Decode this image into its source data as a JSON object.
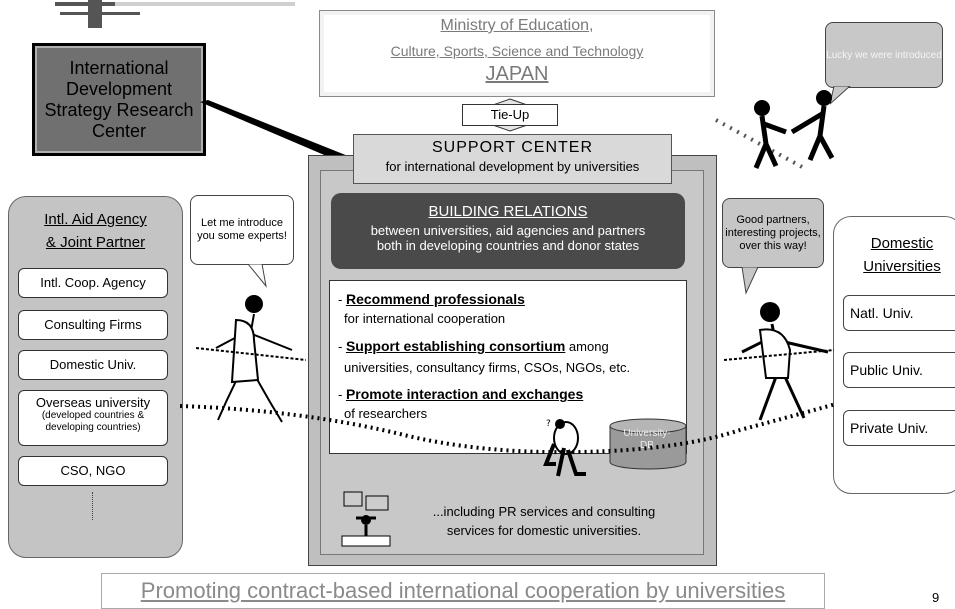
{
  "ministry": {
    "line1": "Ministry of Education,",
    "line2": "Culture, Sports, Science and Technology",
    "line3": "JAPAN"
  },
  "tieup": "Tie-Up",
  "research_center": "International Development Strategy Research Center",
  "support_center": {
    "title": "SUPPORT CENTER",
    "subtitle": "for international development by universities"
  },
  "building_relations": {
    "title": "BUILDING RELATIONS",
    "line1": "between universities, aid agencies and partners",
    "line2": "both in developing countries and donor states"
  },
  "services": {
    "item1_title": "Recommend professionals",
    "item1_desc": "for international cooperation",
    "item2_title": "Support establishing consortium",
    "item2_rest": " among",
    "item2_desc": "universities, consultancy firms, CSOs, NGOs, etc.",
    "item3_title": "Promote interaction and exchanges",
    "item3_desc": "of researchers",
    "db_label": "University-DB"
  },
  "pr_services": {
    "line1": "...including PR services and consulting",
    "line2": "services for domestic universities."
  },
  "left_panel": {
    "title_line1": "Intl. Aid Agency",
    "title_line2": "& Joint Partner",
    "items": [
      "Intl. Coop. Agency",
      "Consulting Firms",
      "Domestic Univ.",
      "Overseas university",
      "CSO, NGO"
    ],
    "overseas_note": "(developed countries & developing countries)"
  },
  "right_panel": {
    "title_line1": "Domestic",
    "title_line2": "Universities",
    "items": [
      "Natl. Univ.",
      "Public Univ.",
      "Private Univ."
    ]
  },
  "callouts": {
    "left": "Let me introduce you some experts!",
    "right": "Good partners, interesting projects, over this way!",
    "top_right": "Lucky we were introduced"
  },
  "footer": "Promoting contract-based international cooperation by universities",
  "page_number": "9"
}
